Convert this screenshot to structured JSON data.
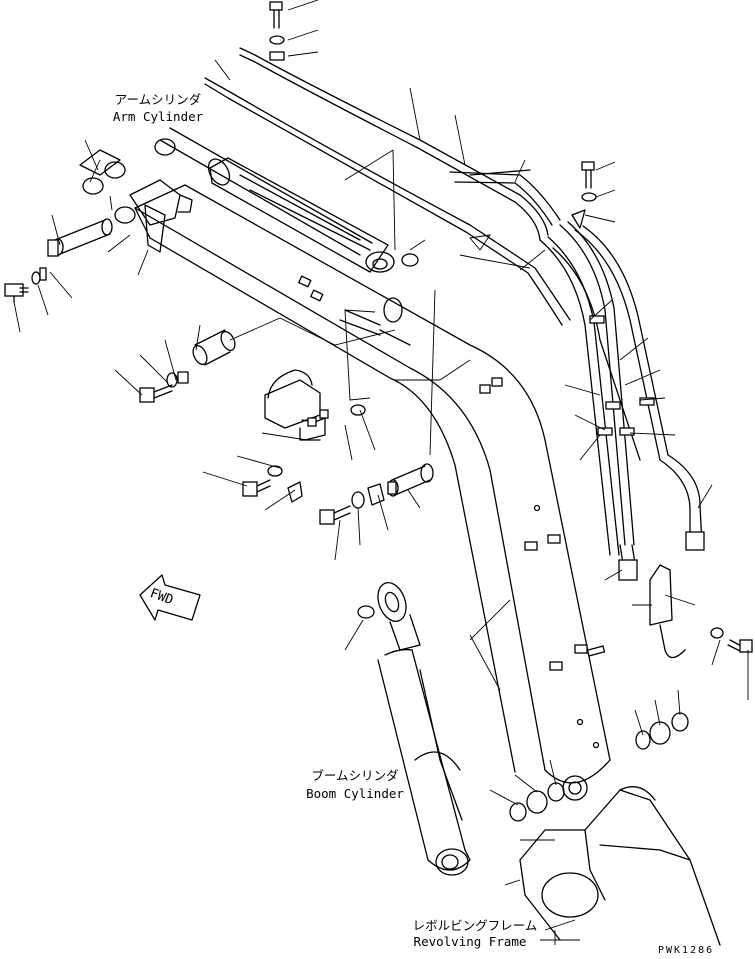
{
  "labels": {
    "arm_cylinder_jp": "アームシリンダ",
    "arm_cylinder_en": "Arm Cylinder",
    "boom_cylinder_jp": "ブームシリンダ",
    "boom_cylinder_en": "Boom Cylinder",
    "revolving_frame_jp": "レボルビングフレーム",
    "revolving_frame_en": "Revolving Frame",
    "fwd": "FWD",
    "drawing_code": "PWK1286"
  }
}
